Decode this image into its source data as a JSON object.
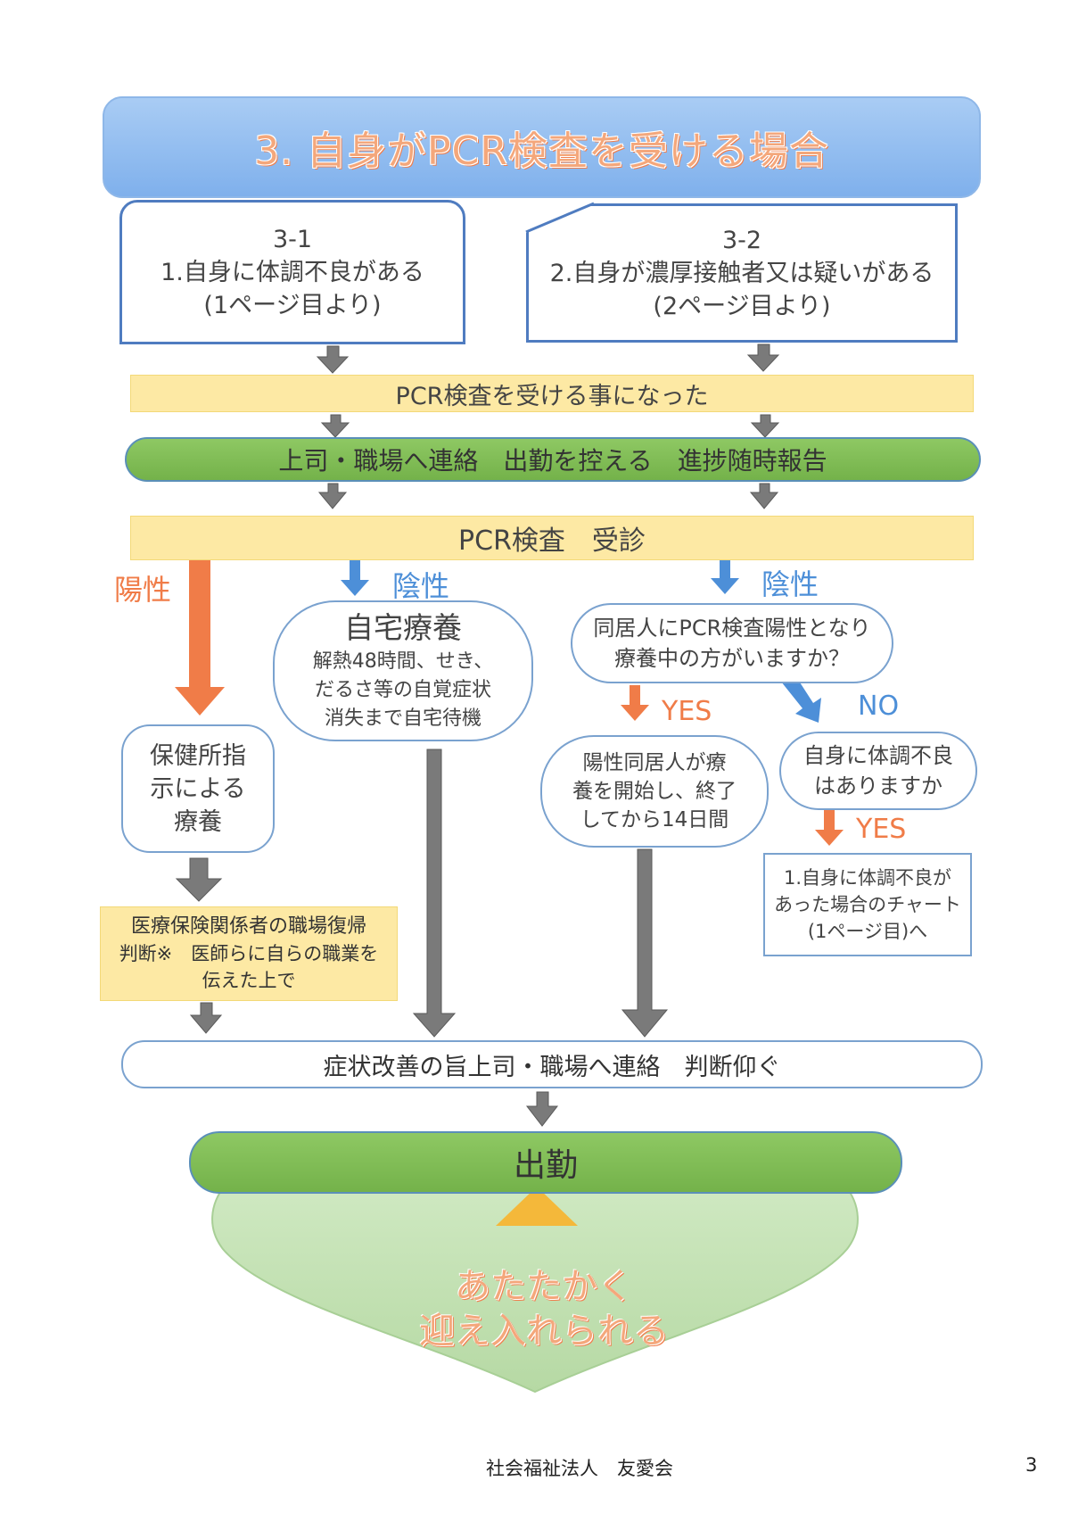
{
  "title": "3. 自身がPCR検査を受ける場合",
  "case1": {
    "number": "3-1",
    "line1": "1.自身に体調不良がある",
    "line2": "(1ページ目より)"
  },
  "case2": {
    "number": "3-2",
    "line1": "2.自身が濃厚接触者又は疑いがある",
    "line2": "(2ページ目より)"
  },
  "pcr_decided": "PCR検査を受ける事になった",
  "contact_report": "上司・職場へ連絡　出勤を控える　進捗随時報告",
  "pcr_exam": "PCR検査　受診",
  "results": {
    "positive": "陽性",
    "negative": "陰性"
  },
  "home_care": {
    "heading": "自宅療養",
    "line1": "解熱48時間、せき、",
    "line2": "だるさ等の自覚症状",
    "line3": "消失まで自宅待機"
  },
  "health_center": {
    "line1": "保健所指",
    "line2": "示による",
    "line3": "療養"
  },
  "household_question": {
    "line1": "同居人にPCR検査陽性となり",
    "line2": "療養中の方がいますか？"
  },
  "yes_label": "YES",
  "no_label": "NO",
  "household_period": {
    "line1": "陽性同居人が療",
    "line2": "養を開始し、終了",
    "line3": "してから14日間"
  },
  "self_question": {
    "line1": "自身に体調不良",
    "line2": "はありますか"
  },
  "chart1_ref": {
    "line1": "1.自身に体調不良が",
    "line2": "あった場合のチャート",
    "line3": "(1ページ目)へ"
  },
  "medical_return": {
    "line1": "医療保険関係者の職場復帰",
    "line2": "判断※　医師らに自らの職業を",
    "line3": "伝えた上で"
  },
  "symptom_improve": "症状改善の旨上司・職場へ連絡　判断仰ぐ",
  "go_to_work": "出勤",
  "welcome": {
    "line1": "あたたかく",
    "line2": "迎え入れられる"
  },
  "footer": {
    "organization": "社会福祉法人　友愛会",
    "page_number": "3"
  },
  "colors": {
    "blue_banner": "#8fbcf0",
    "title_text": "#f4a77b",
    "case_border": "#4f7cc0",
    "yellow_bar": "#fde9a4",
    "green_bar": "#7cbb52",
    "positive": "#f07c48",
    "negative": "#4d8fd8",
    "gray_arrow": "#7a7a7a",
    "heart": "#bfe0b0"
  }
}
